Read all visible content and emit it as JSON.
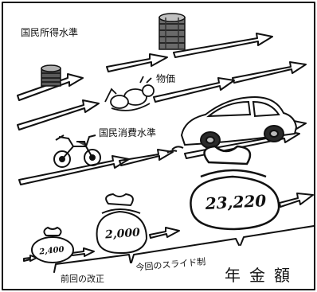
{
  "labels": {
    "national_income": "国民所得水準",
    "prices": "物価",
    "national_consumption": "国民消費水準",
    "previous_revision": "前回の改正",
    "this_slide": "今回のスライド制",
    "pension_amount": "年金額"
  },
  "bags": {
    "small": "2,400",
    "medium": "2,000",
    "large": "23,220"
  }
}
